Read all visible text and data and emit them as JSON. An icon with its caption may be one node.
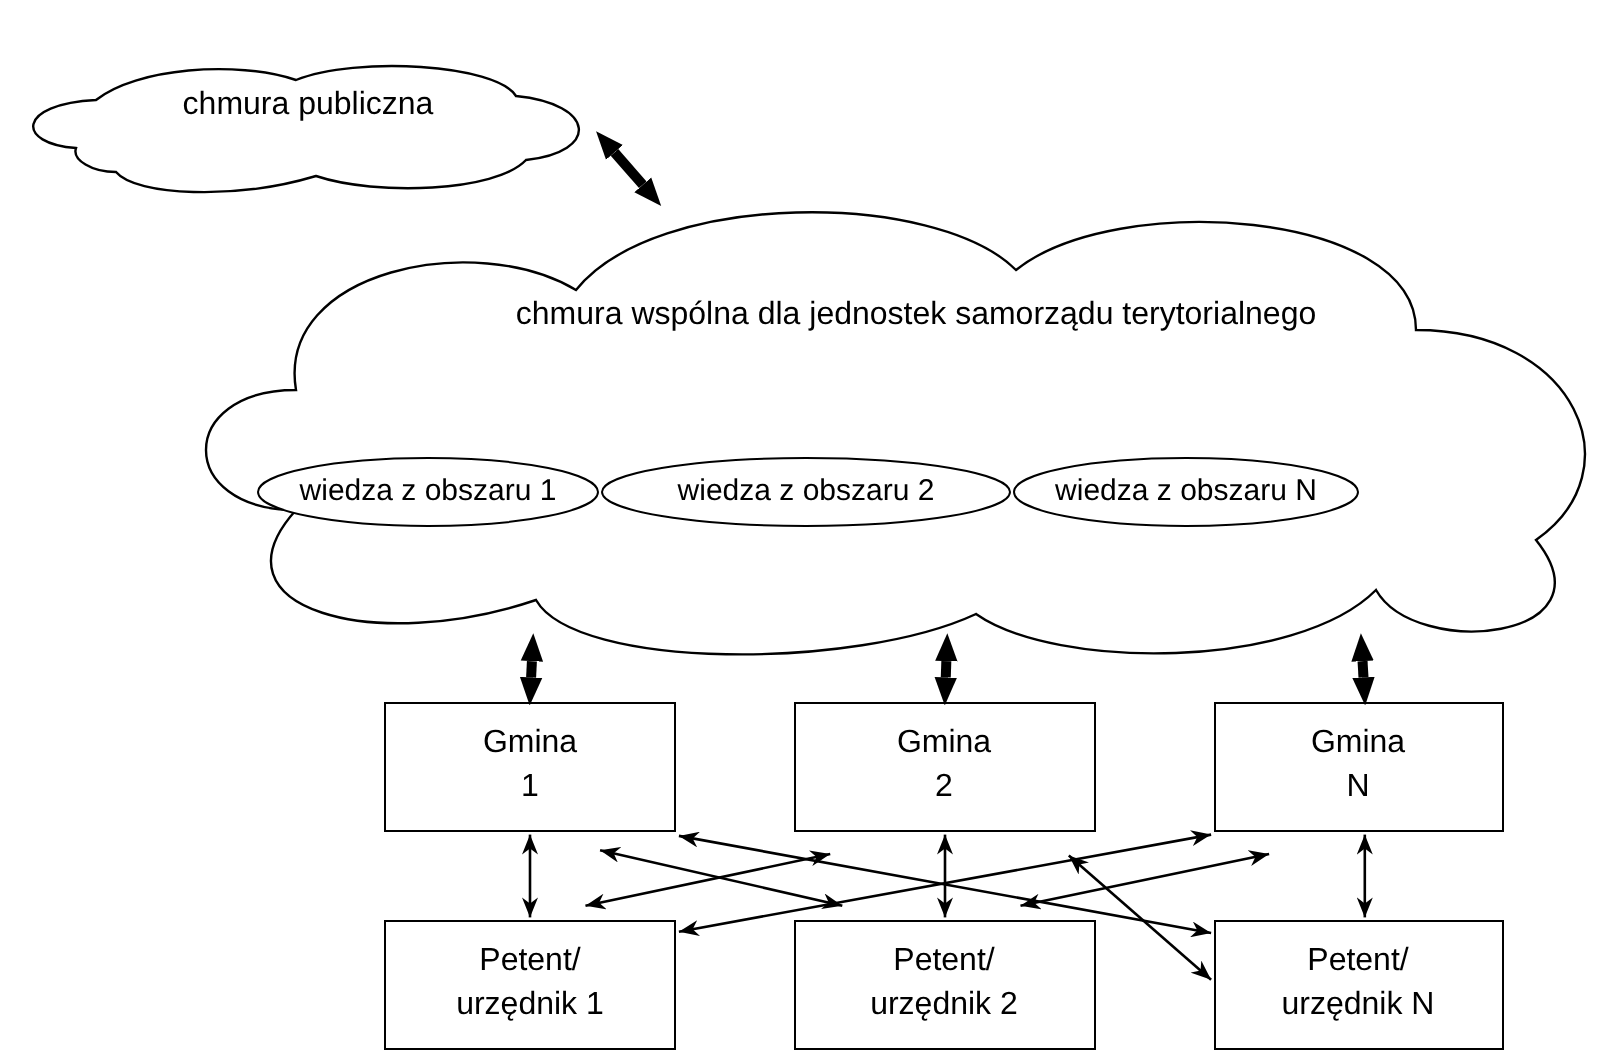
{
  "diagram": {
    "nodes": [
      {
        "text": [
          "chmura publiczna"
        ]
      },
      {
        "text": [
          "chmura wspólna dla jednostek samorządu terytorialnego"
        ]
      },
      {
        "text": [
          "wiedza z obszaru 1"
        ],
        "in": 1
      },
      {
        "text": [
          "wiedza z obszaru 2"
        ],
        "in": 1
      },
      {
        "text": [
          "wiedza z obszaru N"
        ],
        "in": 1
      },
      {
        "text": [
          "Gmina 1"
        ]
      },
      {
        "text": [
          "Gmina 2"
        ]
      },
      {
        "text": [
          "Gmina N"
        ]
      },
      {
        "text": [
          "Petent/ urzędnik 1"
        ]
      },
      {
        "text": [
          "Petent/ urzędnik 2"
        ]
      },
      {
        "text": [
          "Petent/ urzędnik N"
        ]
      }
    ],
    "edges": [
      {
        "from": 0,
        "to": 1,
        "arrow": "both",
        "style": "thick"
      },
      {
        "from": 1,
        "to": 5,
        "arrow": "both",
        "style": "thick"
      },
      {
        "from": 1,
        "to": 6,
        "arrow": "both",
        "style": "thick"
      },
      {
        "from": 1,
        "to": 7,
        "arrow": "both",
        "style": "thick"
      },
      {
        "from": 5,
        "to": 8,
        "arrow": "both"
      },
      {
        "from": 6,
        "to": 9,
        "arrow": "both"
      },
      {
        "from": 7,
        "to": 10,
        "arrow": "both"
      },
      {
        "from": 5,
        "to": 10,
        "arrow": "both"
      },
      {
        "from": 5,
        "to": 9,
        "arrow": "both"
      },
      {
        "from": 8,
        "to": 6,
        "arrow": "both"
      },
      {
        "from": 8,
        "to": 7,
        "arrow": "both"
      },
      {
        "from": 9,
        "to": 7,
        "arrow": "both"
      },
      {
        "from": 6,
        "to": 10,
        "arrow": "both"
      }
    ]
  }
}
